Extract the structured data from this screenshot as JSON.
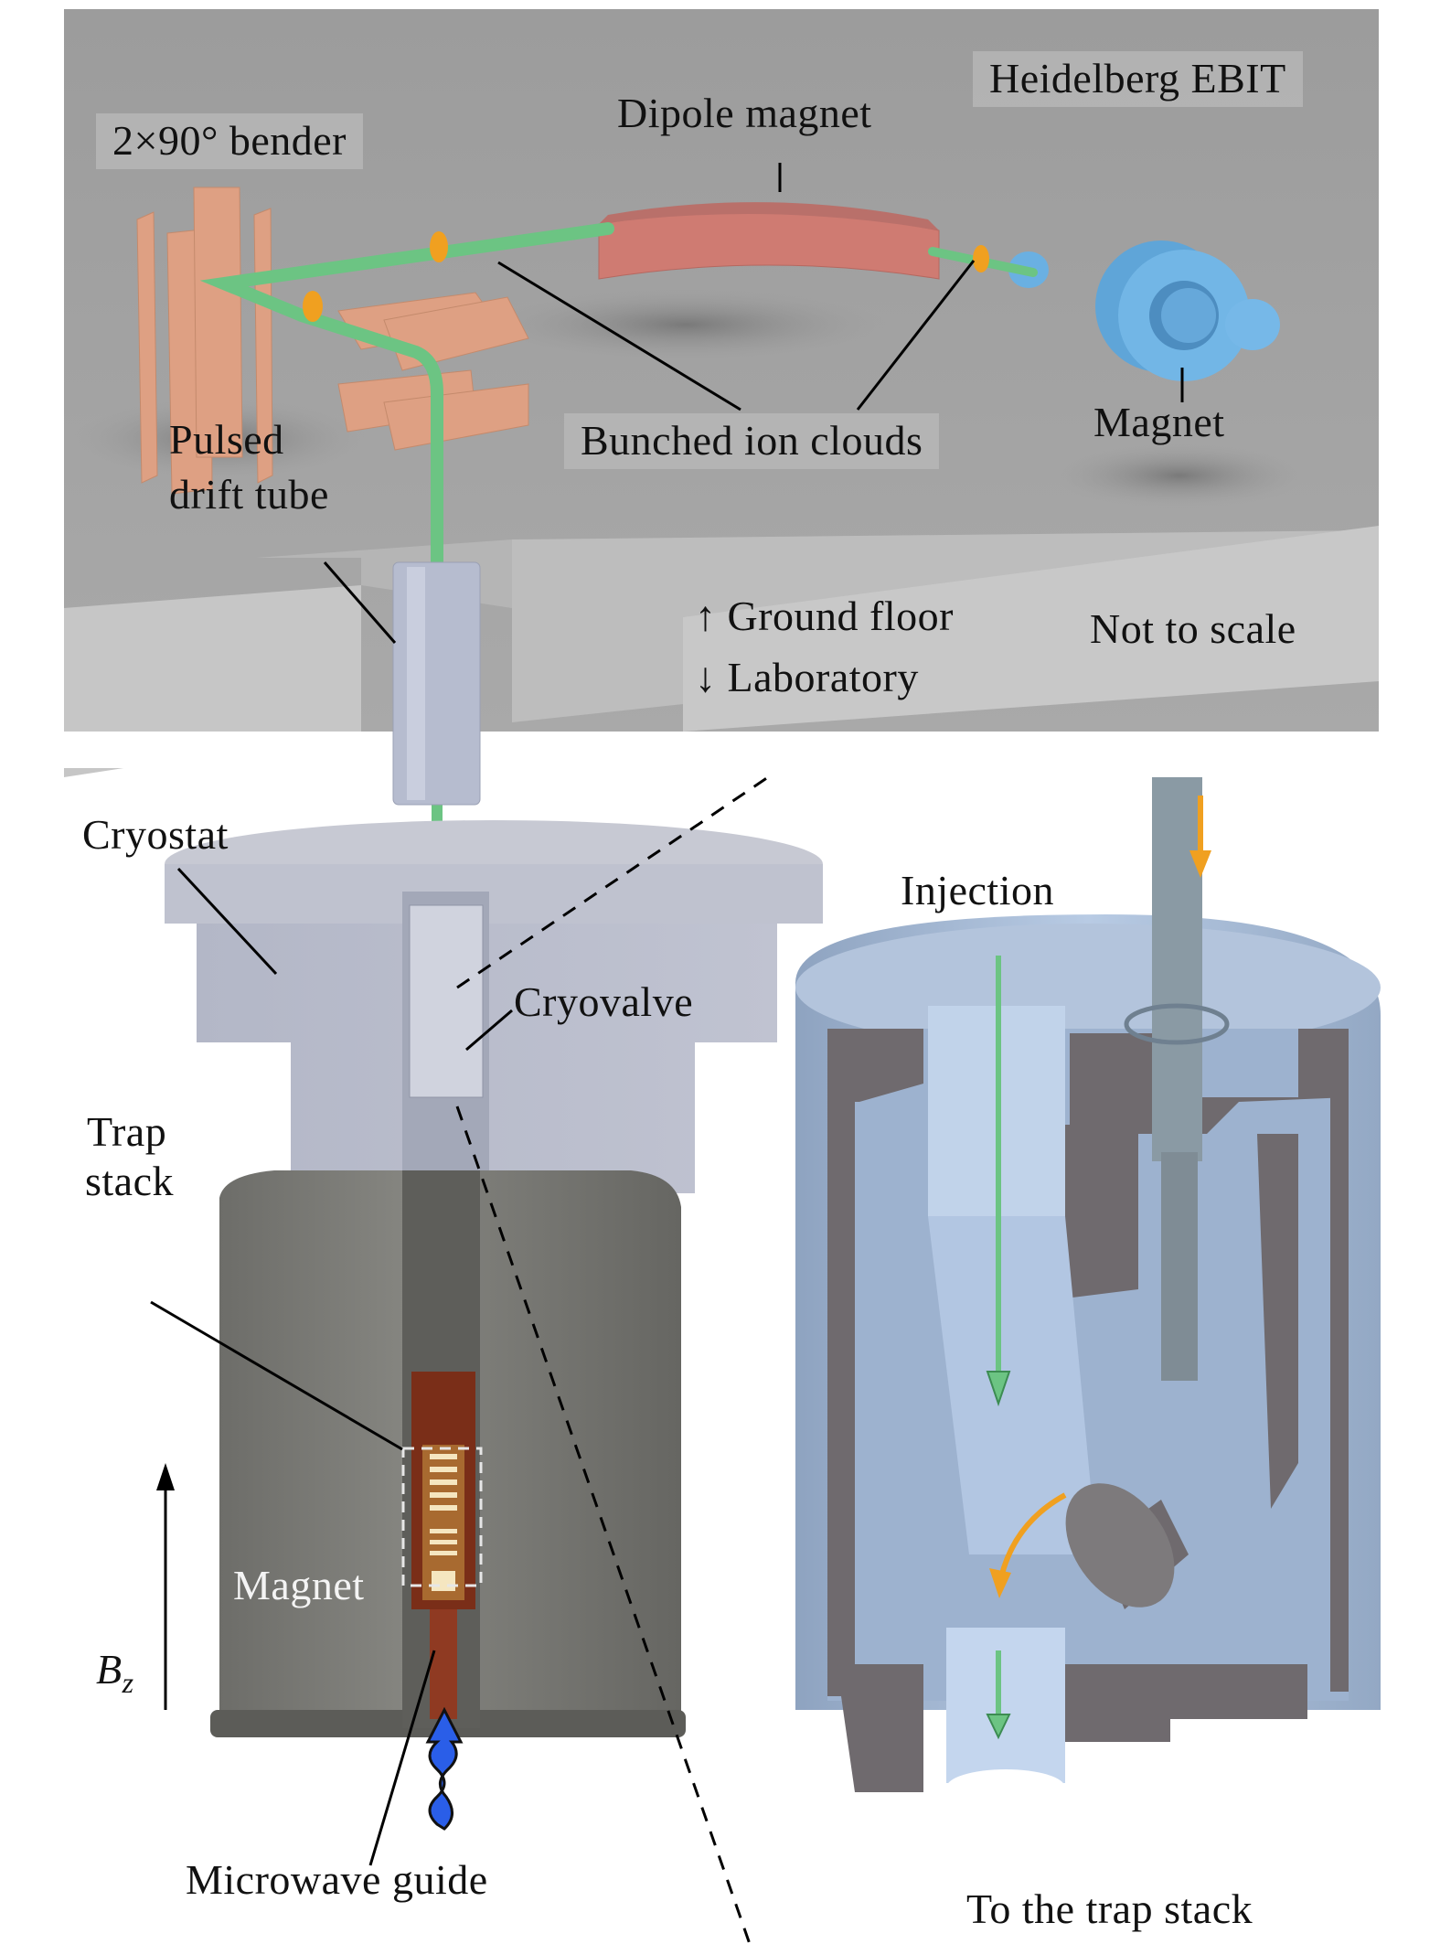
{
  "figure": {
    "top_section": {
      "title_box": "Heidelberg EBIT",
      "bender_label": "2×90° bender",
      "dipole_label": "Dipole magnet",
      "bunched_label": "Bunched ion clouds",
      "magnet_label": "Magnet",
      "drift_tube_label_line1": "Pulsed",
      "drift_tube_label_line2": "drift tube",
      "floor_up_label": "↑ Ground floor",
      "floor_down_label": "↓ Laboratory",
      "scale_note": "Not to scale"
    },
    "left_section": {
      "cryostat_label": "Cryostat",
      "cryovalve_label": "Cryovalve",
      "trap_label_line1": "Trap",
      "trap_label_line2": "stack",
      "magnet_label": "Magnet",
      "field_label": "B",
      "field_subscript": "z",
      "microwave_label": "Microwave guide"
    },
    "detail_section": {
      "injection_label": "Injection",
      "exit_label": "To the trap stack"
    },
    "colors": {
      "beam": "#6cc483",
      "ion_cloud": "#f0a020",
      "bender": "#e0a080",
      "dipole": "#d47f76",
      "magnet_blue": "#6fb3e3",
      "cryostat": "#b4b8c8",
      "magnet_body": "#7a7a76",
      "copper": "#8a3a20",
      "microwave": "#2a5ee8",
      "valve_body": "#a8bcd6",
      "valve_cut": "#6f6a6e"
    }
  }
}
